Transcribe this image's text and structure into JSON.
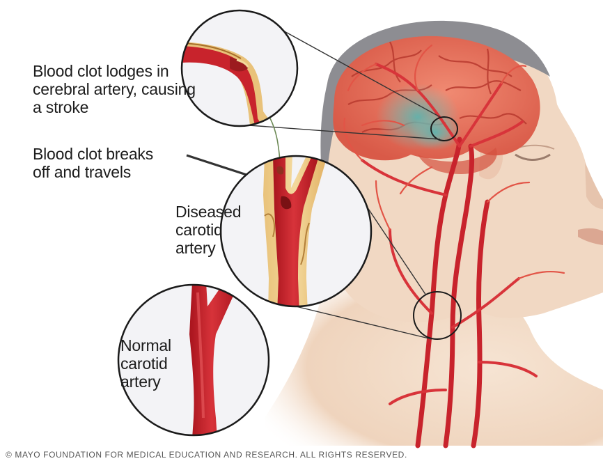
{
  "labels": {
    "stroke": [
      "Blood clot lodges in",
      "cerebral artery, causing",
      "a stroke"
    ],
    "breaks": [
      "Blood clot breaks",
      "off and travels"
    ],
    "diseased": [
      "Diseased",
      "carotid",
      "artery"
    ],
    "normal": [
      "Normal",
      "carotid",
      "artery"
    ]
  },
  "copyright": "© MAYO FOUNDATION FOR MEDICAL EDUCATION AND RESEARCH. ALL RIGHTS RESERVED.",
  "colors": {
    "artery": "#c8232c",
    "artery_light": "#e25446",
    "brain": "#e7705c",
    "ischemic_zone": "#7cc1b8",
    "skin": "#f3dcc9",
    "hair": "#8a8a8e",
    "plaque": "#e4b86a",
    "inset_bg": "#f3f3f6"
  }
}
